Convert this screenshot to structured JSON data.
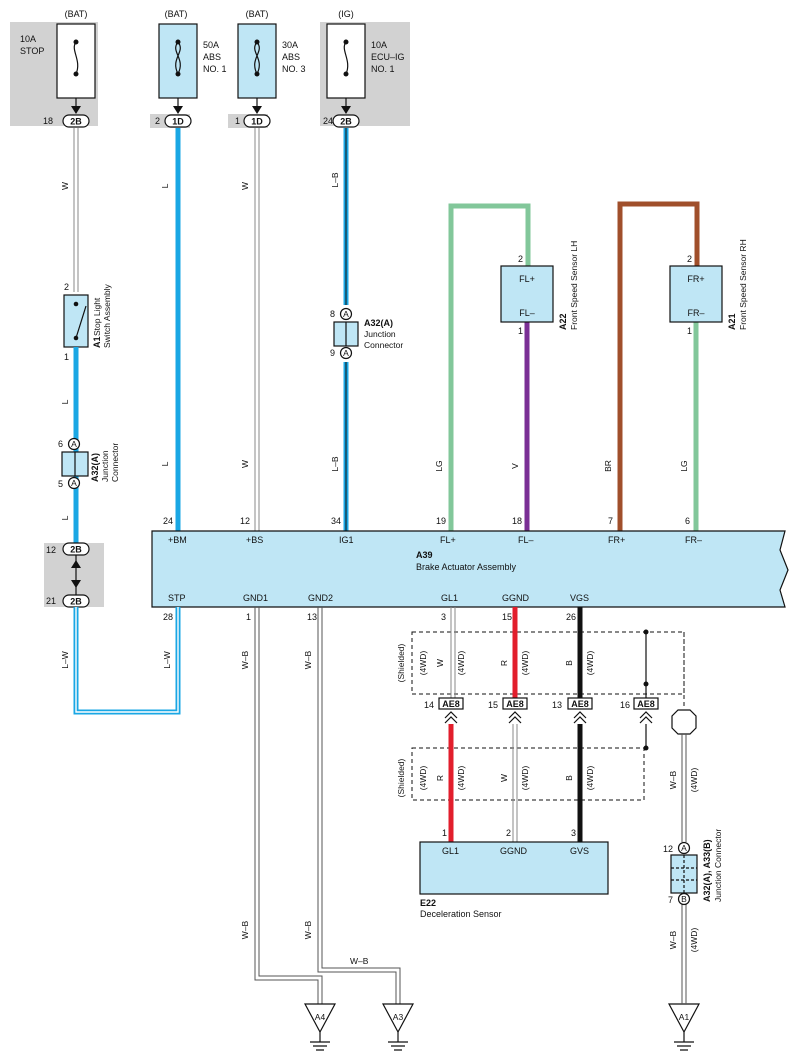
{
  "fuses": [
    {
      "supply": "(BAT)",
      "rating": "10A",
      "name1": "STOP",
      "name2": "",
      "pin": "18",
      "conn": "2B"
    },
    {
      "supply": "(BAT)",
      "rating": "50A",
      "name1": "ABS",
      "name2": "NO. 1",
      "pin": "2",
      "conn": "1D"
    },
    {
      "supply": "(BAT)",
      "rating": "30A",
      "name1": "ABS",
      "name2": "NO. 3",
      "pin": "1",
      "conn": "1D"
    },
    {
      "supply": "(IG)",
      "rating": "10A",
      "name1": "ECU–IG",
      "name2": "NO. 1",
      "pin": "24",
      "conn": "2B"
    }
  ],
  "wire_labels": {
    "w_top": "W",
    "l_top": "L",
    "w2_top": "W",
    "lb_top": "L–B",
    "l_mid": "L",
    "l_low": "L",
    "l_col2": "L",
    "w_col3": "W",
    "lb_low": "L–B",
    "lg_fl": "LG",
    "v_fl": "V",
    "br_fr": "BR",
    "lg_fr": "LG",
    "lw_left": "L–W",
    "lw_right": "L–W",
    "wb_gnd1": "W–B",
    "wb_gnd2": "W–B",
    "wb_gnd1_low": "W–B",
    "wb_gnd2_low": "W–B",
    "wb_ground": "W–B",
    "w_gl1": "W",
    "r_ggnd": "R",
    "b_vgs": "B",
    "r_gl1_low": "R",
    "w_ggnd_low": "W",
    "b_vgs_low": "B",
    "wb_right_top": "W–B",
    "wb_right_low": "W–B",
    "fwd": "(4WD)",
    "shielded": "(Shielded)"
  },
  "stop_switch": {
    "code": "A1",
    "name1": "Stop Light",
    "name2": "Switch Assembly",
    "pin_top": "2",
    "pin_bottom": "1"
  },
  "jc_left": {
    "code": "A32(A)",
    "name1": "Junction",
    "name2": "Connector",
    "pin_top": "6",
    "pin_bottom": "5",
    "letter": "A"
  },
  "jc_mid": {
    "code": "A32(A)",
    "name1": "Junction",
    "name2": "Connector",
    "pin_top": "8",
    "pin_bottom": "9",
    "letter": "A"
  },
  "jc_right": {
    "code": "A32(A), A33(B)",
    "name": "Junction Connector",
    "pin_top": "12",
    "pin_bottom": "7",
    "letter_top": "A",
    "letter_bottom": "B"
  },
  "conn_2b_mid": {
    "pin_top": "12",
    "pin_bottom": "21",
    "conn": "2B"
  },
  "sensor_lh": {
    "code": "A22",
    "name": "Front Speed Sensor LH",
    "term_top": "FL+",
    "term_bottom": "FL–",
    "pin_top": "2",
    "pin_bottom": "1"
  },
  "sensor_rh": {
    "code": "A21",
    "name": "Front Speed Sensor RH",
    "term_top": "FR+",
    "term_bottom": "FR–",
    "pin_top": "2",
    "pin_bottom": "1"
  },
  "actuator": {
    "code": "A39",
    "name": "Brake Actuator Assembly",
    "top_pins": [
      {
        "pin": "24",
        "term": "+BM"
      },
      {
        "pin": "12",
        "term": "+BS"
      },
      {
        "pin": "34",
        "term": "IG1"
      },
      {
        "pin": "19",
        "term": "FL+"
      },
      {
        "pin": "18",
        "term": "FL–"
      },
      {
        "pin": "7",
        "term": "FR+"
      },
      {
        "pin": "6",
        "term": "FR–"
      }
    ],
    "bottom_pins": [
      {
        "pin": "28",
        "term": "STP"
      },
      {
        "pin": "1",
        "term": "GND1"
      },
      {
        "pin": "13",
        "term": "GND2"
      },
      {
        "pin": "3",
        "term": "GL1"
      },
      {
        "pin": "15",
        "term": "GGND"
      },
      {
        "pin": "26",
        "term": "VGS"
      }
    ]
  },
  "ae8": [
    {
      "pin": "14",
      "conn": "AE8"
    },
    {
      "pin": "15",
      "conn": "AE8"
    },
    {
      "pin": "13",
      "conn": "AE8"
    },
    {
      "pin": "16",
      "conn": "AE8"
    }
  ],
  "decel": {
    "code": "E22",
    "name": "Deceleration Sensor",
    "pins": [
      {
        "pin": "1",
        "term": "GL1"
      },
      {
        "pin": "2",
        "term": "GGND"
      },
      {
        "pin": "3",
        "term": "GVS"
      }
    ]
  },
  "grounds": [
    {
      "code": "A4"
    },
    {
      "code": "A3"
    },
    {
      "code": "A1"
    }
  ],
  "colors": {
    "blue": "#1aa7e4",
    "green": "#82c79a",
    "purple": "#7a2f95",
    "brown": "#a04f2b",
    "red": "#e21e2c",
    "black": "#111111",
    "component": "#bfe6f5",
    "shade": "#d2d2d2"
  }
}
